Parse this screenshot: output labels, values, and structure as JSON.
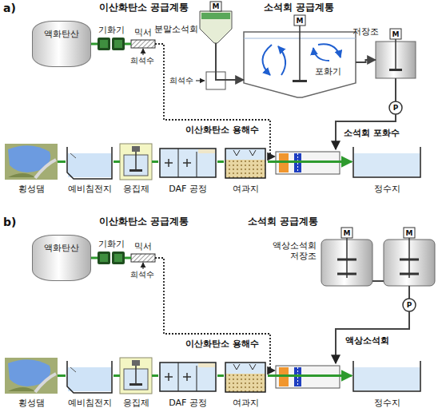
{
  "diagram": {
    "nodes": [
      {
        "text": [
          "액화탄산"
        ]
      },
      {
        "text": [
          "기화기"
        ]
      },
      {
        "text": [
          "믹서"
        ]
      },
      {
        "text": [
          "분말소석회"
        ]
      },
      {
        "text": [
          "포화기"
        ]
      },
      {
        "text": [
          "저장조"
        ]
      },
      {
        "text": [
          "횡성댐"
        ]
      },
      {
        "text": [
          "예비침전지"
        ]
      },
      {
        "text": [
          "응집제"
        ]
      },
      {
        "text": [
          "DAF 공정"
        ]
      },
      {
        "text": [
          "여과지"
        ]
      },
      {
        "text": [
          "정수지"
        ]
      },
      {
        "text": [
          "액화탄산"
        ]
      },
      {
        "text": [
          "기화기"
        ]
      },
      {
        "text": [
          "믹서"
        ]
      },
      {
        "text": [
          "액상소석회 저장조"
        ]
      },
      {
        "text": [
          "횡성댐"
        ]
      },
      {
        "text": [
          "예비침전지"
        ]
      },
      {
        "text": [
          "응집제"
        ]
      },
      {
        "text": [
          "DAF 공정"
        ]
      },
      {
        "text": [
          "여과지"
        ]
      },
      {
        "text": [
          "정수지"
        ]
      }
    ],
    "edges": [
      {
        "from": 0,
        "to": 1,
        "arrow": "none"
      },
      {
        "from": 1,
        "to": 2,
        "arrow": "none"
      },
      {
        "from": 3,
        "to": 4,
        "arrow": "to"
      },
      {
        "from": 4,
        "to": 5,
        "arrow": "to"
      },
      {
        "from": 6,
        "to": 7,
        "arrow": "none"
      },
      {
        "from": 7,
        "to": 8,
        "arrow": "none"
      },
      {
        "from": 8,
        "to": 9,
        "arrow": "none"
      },
      {
        "from": 9,
        "to": 10,
        "arrow": "none"
      },
      {
        "from": 10,
        "to": 11,
        "arrow": "to"
      },
      {
        "from": 12,
        "to": 13,
        "arrow": "none"
      },
      {
        "from": 13,
        "to": 14,
        "arrow": "none"
      },
      {
        "from": 16,
        "to": 17,
        "arrow": "none"
      },
      {
        "from": 17,
        "to": 18,
        "arrow": "none"
      },
      {
        "from": 18,
        "to": 19,
        "arrow": "none"
      },
      {
        "from": 19,
        "to": 20,
        "arrow": "none"
      },
      {
        "from": 20,
        "to": 21,
        "arrow": "to"
      }
    ],
    "labels": [
      "a)",
      "이산화탄소 공급계통",
      "희석수",
      "소석회 공급계통",
      "M",
      "희석수",
      "M",
      "M",
      "P",
      "이산화탄소 용해수",
      "소석회 포화수",
      "b)",
      "이산화탄소 공급계통",
      "희석수",
      "소석회 공급계통",
      "M",
      "M",
      "P",
      "이산화탄소 용해수",
      "액상소석회"
    ]
  }
}
